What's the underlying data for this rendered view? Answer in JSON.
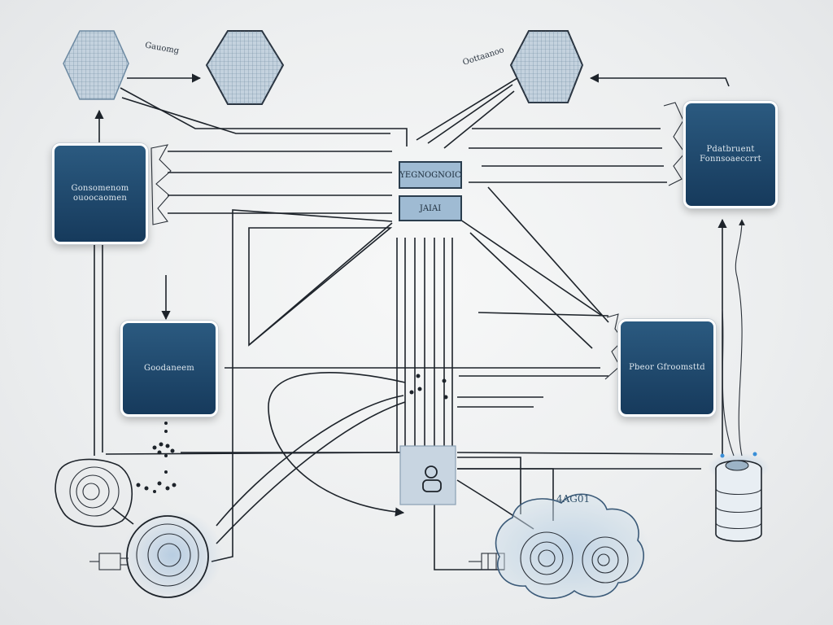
{
  "diagram": {
    "boxes": {
      "top_right": [
        "Pdatbruent",
        "Fonnsoaeccrrt"
      ],
      "left": [
        "Gonsomenom",
        "ouoocaomen"
      ],
      "mid_left": [
        "Goodaneem"
      ],
      "mid_right": [
        "Pbeor Gfroomsttd"
      ]
    },
    "chip": [
      "YEGNOGNOIC",
      "JAIAI"
    ],
    "labels": {
      "top_left": "Gauomg",
      "top_mid": "Oottaanoo",
      "cloud": "4AG01"
    },
    "colors": {
      "box_fill": "#1f4a6e",
      "box_border": "#ffffff",
      "chip_fill": "#9fbbd3",
      "line": "#1d232a",
      "glow": "#8fb4d8",
      "background": "#eceeef"
    },
    "icons": [
      "hexagon-node-icon",
      "chip-icon",
      "user-icon",
      "spiral-node-icon",
      "cloud-icon",
      "database-icon",
      "plug-icon"
    ]
  }
}
